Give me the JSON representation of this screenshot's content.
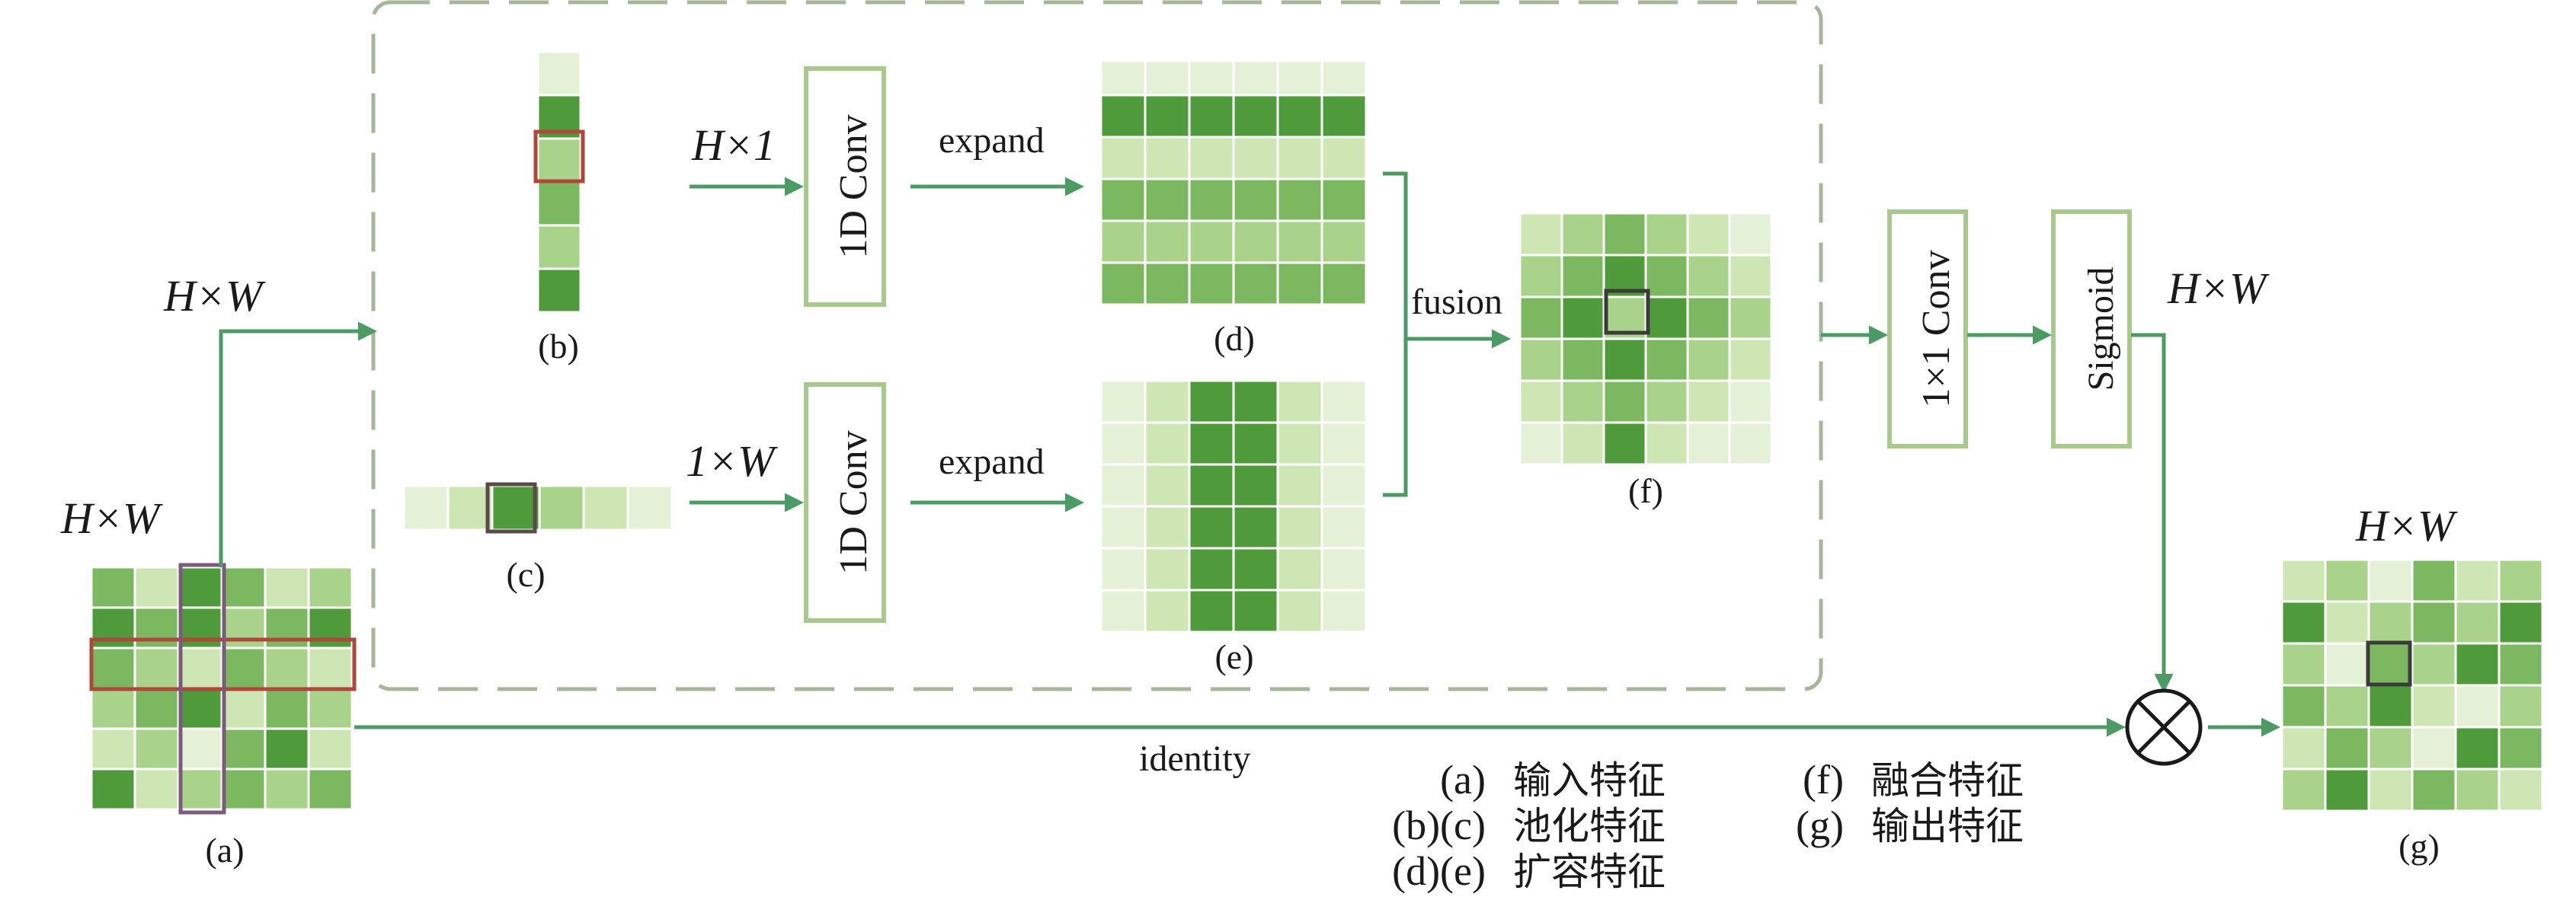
{
  "colors": {
    "dark": "#4f9a3a",
    "mid": "#7cb860",
    "light": "#a9d28a",
    "pale": "#cde6b4",
    "faint": "#e4f1d6",
    "arrow": "#4c9a64",
    "box_border": "#a7c98c",
    "dash_border": "#a7b59a",
    "red": "#b0473a",
    "purple": "#7a5b7c",
    "highlight": "#3b3b3b"
  },
  "labels": {
    "hw_top": "H×W",
    "hw_input": "H×W",
    "hw_sigmoid": "H×W",
    "hw_output": "H×W",
    "h1": "H×1",
    "w1": "1×W",
    "expand_top": "expand",
    "expand_bottom": "expand",
    "fusion": "fusion",
    "identity": "identity",
    "conv1d_top": "1D Conv",
    "conv1d_bottom": "1D Conv",
    "conv1x1": "1×1 Conv",
    "sigmoid": "Sigmoid",
    "a": "(a)",
    "b": "(b)",
    "c": "(c)",
    "d": "(d)",
    "e": "(e)",
    "f": "(f)",
    "g": "(g)"
  },
  "legend": [
    {
      "label": "(a)",
      "text": "输入特征"
    },
    {
      "label": "(b)(c)",
      "text": "池化特征"
    },
    {
      "label": "(d)(e)",
      "text": "扩容特征"
    },
    {
      "label": "(f)",
      "text": "融合特征"
    },
    {
      "label": "(g)",
      "text": "输出特征"
    }
  ],
  "grids": {
    "a": [
      [
        "mid",
        "pale",
        "dark",
        "mid",
        "pale",
        "light"
      ],
      [
        "dark",
        "mid",
        "dark",
        "light",
        "mid",
        "dark"
      ],
      [
        "mid",
        "light",
        "pale",
        "mid",
        "light",
        "pale"
      ],
      [
        "light",
        "mid",
        "dark",
        "pale",
        "mid",
        "light"
      ],
      [
        "pale",
        "light",
        "faint",
        "mid",
        "dark",
        "pale"
      ],
      [
        "dark",
        "pale",
        "light",
        "mid",
        "light",
        "mid"
      ]
    ],
    "b": [
      "faint",
      "dark",
      "light",
      "mid",
      "light",
      "dark"
    ],
    "c": [
      "faint",
      "pale",
      "dark",
      "light",
      "pale",
      "faint"
    ],
    "d_rows": [
      "dark",
      "pale",
      "mid",
      "light",
      "mid"
    ],
    "e_cols": [
      "faint",
      "pale",
      "dark",
      "dark",
      "pale",
      "faint"
    ],
    "f": [
      [
        "pale",
        "light",
        "mid",
        "light",
        "pale",
        "faint"
      ],
      [
        "light",
        "mid",
        "dark",
        "mid",
        "light",
        "pale"
      ],
      [
        "mid",
        "dark",
        "light",
        "dark",
        "mid",
        "light"
      ],
      [
        "light",
        "mid",
        "dark",
        "mid",
        "light",
        "pale"
      ],
      [
        "pale",
        "light",
        "mid",
        "light",
        "pale",
        "faint"
      ],
      [
        "faint",
        "pale",
        "dark",
        "pale",
        "faint",
        "faint"
      ]
    ],
    "g": [
      [
        "pale",
        "light",
        "faint",
        "mid",
        "pale",
        "light"
      ],
      [
        "dark",
        "pale",
        "light",
        "mid",
        "light",
        "dark"
      ],
      [
        "light",
        "faint",
        "mid",
        "light",
        "dark",
        "mid"
      ],
      [
        "mid",
        "light",
        "dark",
        "pale",
        "faint",
        "light"
      ],
      [
        "pale",
        "mid",
        "light",
        "faint",
        "dark",
        "mid"
      ],
      [
        "light",
        "dark",
        "pale",
        "mid",
        "light",
        "pale"
      ]
    ]
  }
}
